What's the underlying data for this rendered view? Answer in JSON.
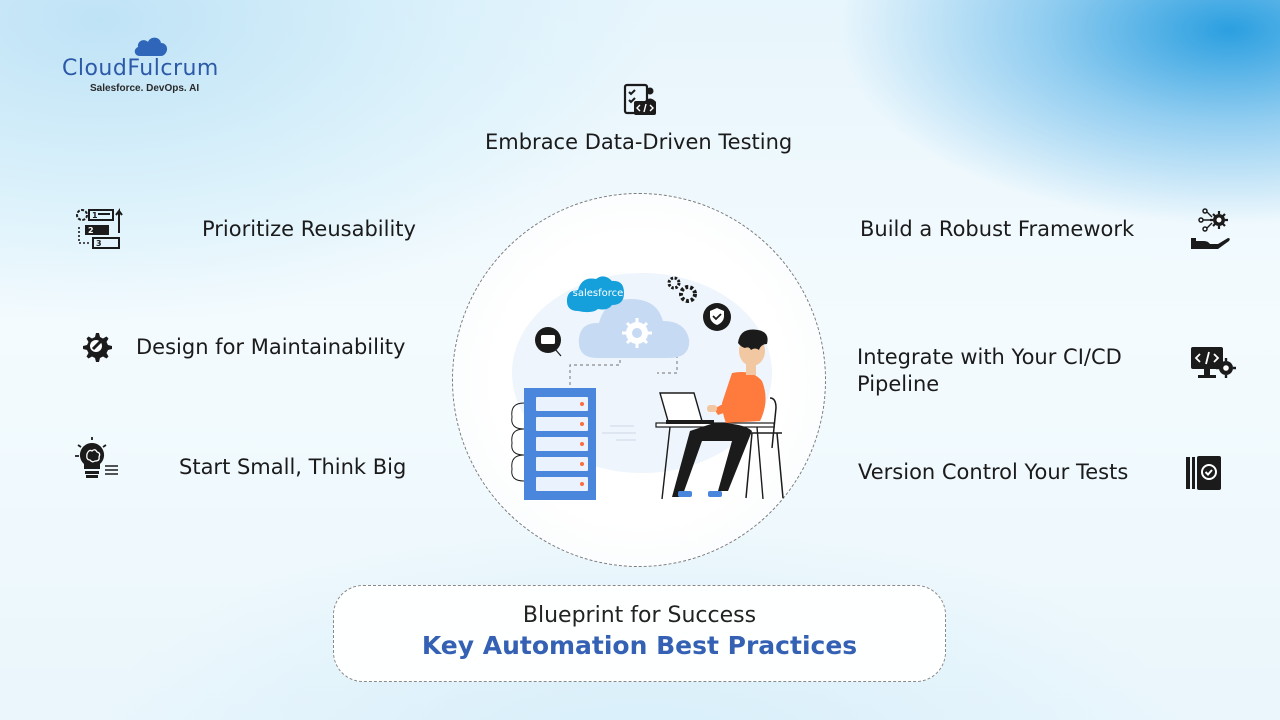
{
  "brand": {
    "name": "CloudFulcrum",
    "tagline": "Salesforce. DevOps. AI",
    "color": "#2c5aa8"
  },
  "practices": {
    "top": {
      "label": "Embrace Data-Driven Testing",
      "icon": "clipboard-code-icon"
    },
    "left": [
      {
        "label": "Prioritize Reusability",
        "icon": "numbered-steps-icon"
      },
      {
        "label": "Design for Maintainability",
        "icon": "gear-wrench-icon"
      },
      {
        "label": "Start Small, Think Big",
        "icon": "lightbulb-brain-icon"
      }
    ],
    "right": [
      {
        "label": "Build a Robust Framework",
        "icon": "hand-network-gear-icon"
      },
      {
        "label_line1": "Integrate with Your CI/CD",
        "label_line2": "Pipeline",
        "icon": "monitor-code-gear-icon"
      },
      {
        "label": "Version Control Your Tests",
        "icon": "book-check-icon"
      }
    ]
  },
  "illustration": {
    "salesforce_badge": "salesforce",
    "description_icons": [
      "cloud-gear-icon",
      "server-rack-icon",
      "developer-laptop-icon",
      "shield-check-icon",
      "gears-icon",
      "chat-icon"
    ]
  },
  "blueprint": {
    "title": "Blueprint for Success",
    "subtitle": "Key Automation Best Practices",
    "subtitle_color": "#3461b4"
  }
}
